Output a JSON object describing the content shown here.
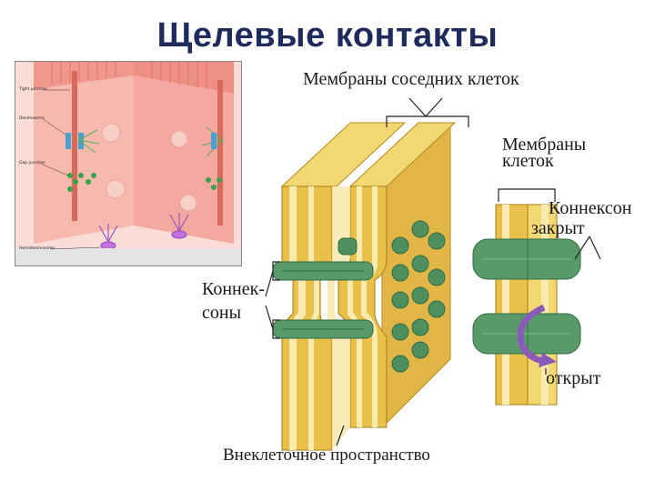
{
  "title": "Щелевые контакты",
  "labels": {
    "adjacent_membranes": "Мембраны соседних клеток",
    "cell_membranes_line1": "Мембраны",
    "cell_membranes_line2": "клеток",
    "connexon": "Коннексон",
    "closed": "закрыт",
    "open": "открыт",
    "connexons_line1": "Коннек-",
    "connexons_line2": "соны",
    "extracellular_space": "Внеклеточное пространство"
  },
  "inset": {
    "tight_junction": "Tight junction",
    "desmosome": "Desmosome",
    "gap_junction": "Gap junction",
    "hemidesmosome": "Hemidesmosome"
  },
  "colors": {
    "title": "#1f2b5c",
    "membrane_yellow": "#e8c04a",
    "membrane_light": "#f7e7a6",
    "membrane_dark": "#c99a2a",
    "connexon_green": "#5a9a6a",
    "connexon_dark": "#2f6b44",
    "arrow_purple": "#8a5ab8",
    "inset_pink": "#f4a8a0"
  }
}
